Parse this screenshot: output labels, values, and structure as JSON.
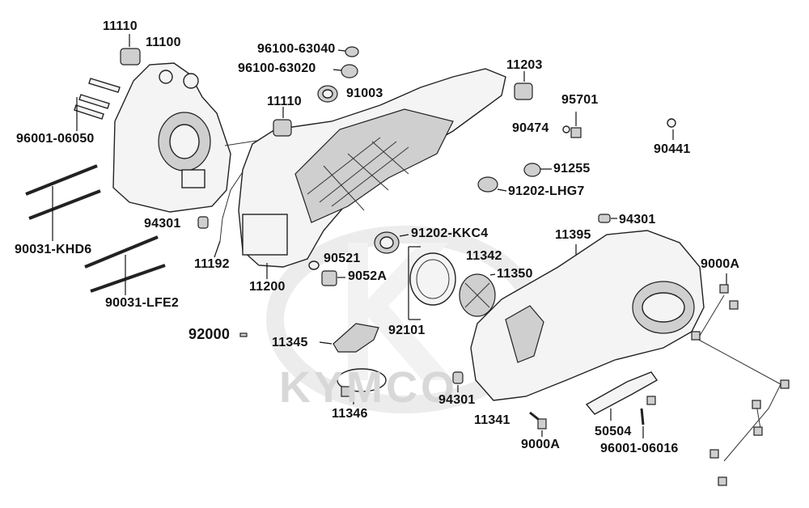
{
  "watermark": "KYMCO",
  "labels": {
    "p11110a": "11110",
    "p11100": "11100",
    "p96001_06050": "96001-06050",
    "p94301a": "94301",
    "p11192": "11192",
    "p90031_khd6": "90031-KHD6",
    "p90031_lfe2": "90031-LFE2",
    "p92000": "92000",
    "p96100_63040": "96100-63040",
    "p96100_63020": "96100-63020",
    "p11110b": "11110",
    "p91003": "91003",
    "p11203": "11203",
    "p95701": "95701",
    "p90474": "90474",
    "p90441": "90441",
    "p91255": "91255",
    "p91202_lhg7": "91202-LHG7",
    "p94301b": "94301",
    "p91202_kkc4": "91202-KKC4",
    "p11395": "11395",
    "p90521": "90521",
    "p9052a": "9052A",
    "p11342": "11342",
    "p11350": "11350",
    "p11200": "11200",
    "p9000a_a": "9000A",
    "p92101": "92101",
    "p11345": "11345",
    "p11346": "11346",
    "p94301c": "94301",
    "p11341": "11341",
    "p50504": "50504",
    "p9000a_b": "9000A",
    "p96001_06016": "96001-06016"
  }
}
